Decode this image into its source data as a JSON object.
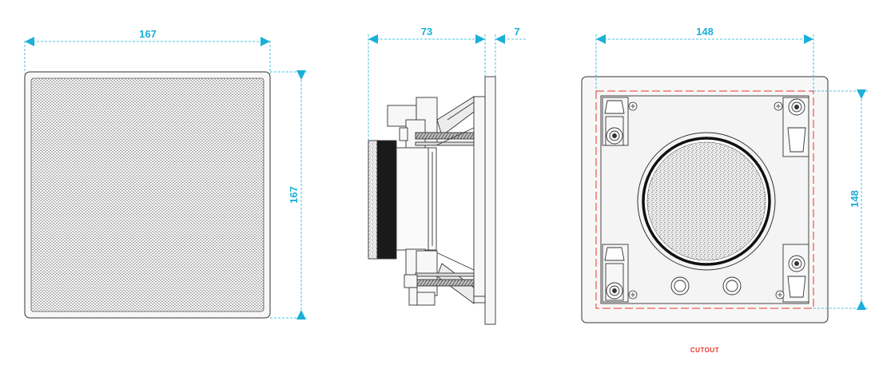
{
  "dimensions": {
    "front_width": "167",
    "front_height": "167",
    "side_depth": "73",
    "side_flange": "7",
    "back_width": "148",
    "back_height": "148"
  },
  "labels": {
    "cutout": "CUTOUT"
  },
  "colors": {
    "dimension": "#1ab0d8",
    "cutout": "#e8332a",
    "outline": "#333333",
    "fill": "#f7f7f7"
  }
}
